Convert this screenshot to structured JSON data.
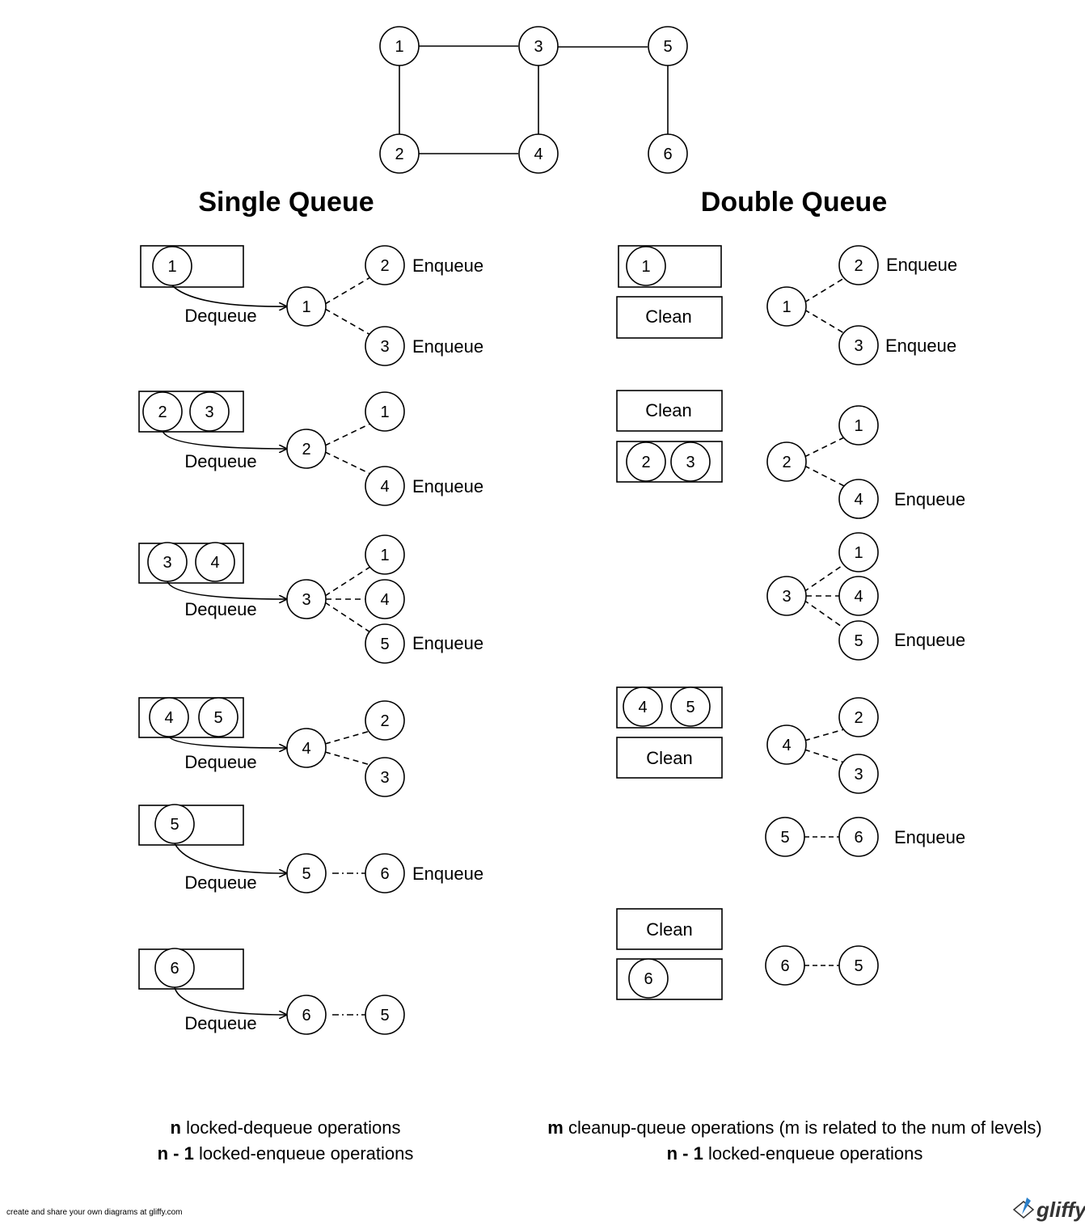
{
  "graph": {
    "nodes": [
      "1",
      "2",
      "3",
      "4",
      "5",
      "6"
    ]
  },
  "single_queue": {
    "title": "Single Queue",
    "steps": [
      {
        "queue": [
          "1"
        ],
        "dequeue_label": "Dequeue",
        "current": "1",
        "neighbors": [
          {
            "node": "2",
            "label": "Enqueue"
          },
          {
            "node": "3",
            "label": "Enqueue"
          }
        ]
      },
      {
        "queue": [
          "2",
          "3"
        ],
        "dequeue_label": "Dequeue",
        "current": "2",
        "neighbors": [
          {
            "node": "1",
            "label": ""
          },
          {
            "node": "4",
            "label": "Enqueue"
          }
        ]
      },
      {
        "queue": [
          "3",
          "4"
        ],
        "dequeue_label": "Dequeue",
        "current": "3",
        "neighbors": [
          {
            "node": "1",
            "label": ""
          },
          {
            "node": "4",
            "label": ""
          },
          {
            "node": "5",
            "label": "Enqueue"
          }
        ]
      },
      {
        "queue": [
          "4",
          "5"
        ],
        "dequeue_label": "Dequeue",
        "current": "4",
        "neighbors": [
          {
            "node": "2",
            "label": ""
          },
          {
            "node": "3",
            "label": ""
          }
        ]
      },
      {
        "queue": [
          "5"
        ],
        "dequeue_label": "Dequeue",
        "current": "5",
        "neighbors": [
          {
            "node": "6",
            "label": "Enqueue"
          }
        ]
      },
      {
        "queue": [
          "6"
        ],
        "dequeue_label": "Dequeue",
        "current": "6",
        "neighbors": [
          {
            "node": "5",
            "label": ""
          }
        ]
      }
    ],
    "summary": [
      {
        "bold": "n",
        "text": " locked-dequeue operations"
      },
      {
        "bold": "n - 1",
        "text": " locked-enqueue operations"
      }
    ]
  },
  "double_queue": {
    "title": "Double Queue",
    "clean_label": "Clean",
    "queues": [
      {
        "items": [
          "1"
        ],
        "clean_position": "below"
      },
      {
        "items": [
          "2",
          "3"
        ],
        "clean_position": "above"
      },
      {
        "items": [
          "4",
          "5"
        ],
        "clean_position": "below"
      },
      {
        "items": [
          "6"
        ],
        "clean_position": "above"
      }
    ],
    "expansions": [
      {
        "current": "1",
        "neighbors": [
          {
            "node": "2",
            "label": "Enqueue"
          },
          {
            "node": "3",
            "label": "Enqueue"
          }
        ]
      },
      {
        "current": "2",
        "neighbors": [
          {
            "node": "1",
            "label": ""
          },
          {
            "node": "4",
            "label": "Enqueue"
          }
        ]
      },
      {
        "current": "3",
        "neighbors": [
          {
            "node": "1",
            "label": ""
          },
          {
            "node": "4",
            "label": ""
          },
          {
            "node": "5",
            "label": "Enqueue"
          }
        ]
      },
      {
        "current": "4",
        "neighbors": [
          {
            "node": "2",
            "label": ""
          },
          {
            "node": "3",
            "label": ""
          }
        ]
      },
      {
        "current": "5",
        "neighbors": [
          {
            "node": "6",
            "label": "Enqueue"
          }
        ]
      },
      {
        "current": "6",
        "neighbors": [
          {
            "node": "5",
            "label": ""
          }
        ]
      }
    ],
    "summary": [
      {
        "bold": "m",
        "text": " cleanup-queue operations (m is related to the num of levels)"
      },
      {
        "bold": "n - 1",
        "text": " locked-enqueue operations"
      }
    ]
  },
  "footer": {
    "credit": "create and share your own diagrams at gliffy.com",
    "logo_text": "gliffy",
    "logo_icon": "gliffy-logo-icon"
  }
}
